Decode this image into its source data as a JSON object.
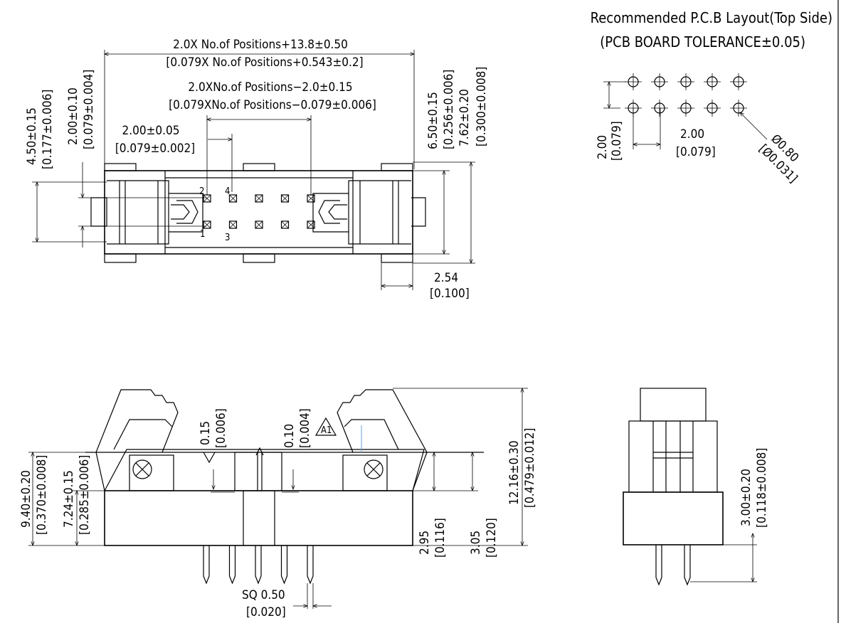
{
  "pcb_layout": {
    "title": "Recommended P.C.B Layout(Top Side)",
    "tolerance": "(PCB BOARD TOLERANCE±0.05)",
    "pitch_row_mm": "2.00",
    "pitch_row_in": "[0.079]",
    "pitch_col_mm": "2.00",
    "pitch_col_in": "[0.079]",
    "hole_mm": "Ø0.80",
    "hole_in": "[Ø0.031]"
  },
  "top_view": {
    "overall_mm": "2.0X No.of Positions+13.8±0.50",
    "overall_in": "[0.079X No.of Positions+0.543±0.2]",
    "pins_span_mm": "2.0XNo.of Positions−2.0±0.15",
    "pins_span_in": "[0.079XNo.of Positions−0.079±0.006]",
    "pitch_mm": "2.00±0.05",
    "pitch_in": "[0.079±0.002]",
    "left_h1_mm": "4.50±0.15",
    "left_h1_in": "[0.177±0.006]",
    "left_h2_mm": "2.00±0.10",
    "left_h2_in": "[0.079±0.004]",
    "right_h1_mm": "6.50±0.15",
    "right_h1_in": "[0.256±0.006]",
    "right_h2_mm": "7.62±0.20",
    "right_h2_in": "[0.300±0.008]",
    "offset_mm": "2.54",
    "offset_in": "[0.100]",
    "pin_labels": [
      "2",
      "4",
      "1",
      "3"
    ]
  },
  "front_view": {
    "h_total_mm": "9.40±0.20",
    "h_total_in": "[0.370±0.008]",
    "h_body_mm": "7.24±0.15",
    "h_body_in": "[0.285±0.006]",
    "gap1_mm": "0.15",
    "gap1_in": "[0.006]",
    "gap2_mm": "0.10",
    "gap2_in": "[0.004]",
    "rev_mark": "A1",
    "d1_mm": "2.95",
    "d1_in": "[0.116]",
    "d2_mm": "3.05",
    "d2_in": "[0.120]",
    "latch_h_mm": "12.16±0.30",
    "latch_h_in": "[0.479±0.012]",
    "pin_sq_mm": "SQ 0.50",
    "pin_sq_in": "[0.020]"
  },
  "side_view": {
    "pin_len_mm": "3.00±0.20",
    "pin_len_in": "[0.118±0.008]"
  }
}
